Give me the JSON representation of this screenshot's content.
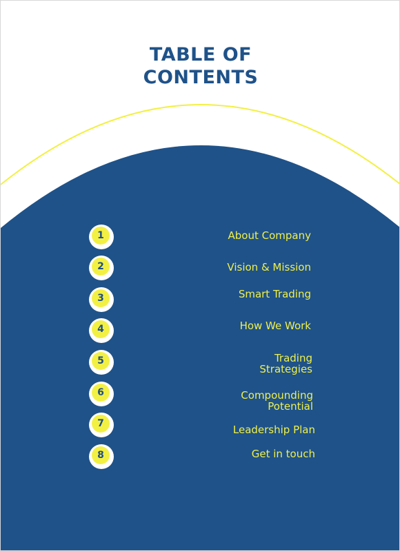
{
  "document": {
    "title_line1": "TABLE OF",
    "title_line2": "CONTENTS"
  },
  "toc": {
    "items": [
      {
        "number": "1",
        "label": "About Company"
      },
      {
        "number": "2",
        "label": "Vision & Mission"
      },
      {
        "number": "3",
        "label": "Smart Trading"
      },
      {
        "number": "4",
        "label": "How We Work"
      },
      {
        "number": "5",
        "label": "Trading\nStrategies"
      },
      {
        "number": "6",
        "label": "Compounding\nPotential"
      },
      {
        "number": "7",
        "label": "Leadership Plan"
      },
      {
        "number": "8",
        "label": "Get in touch"
      }
    ]
  },
  "colors": {
    "navy": "#1f5289",
    "accent_yellow": "#f3f044",
    "background": "#ffffff"
  }
}
